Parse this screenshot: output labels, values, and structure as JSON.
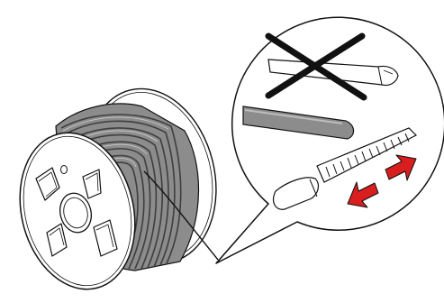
{
  "diagram": {
    "subject": "wire-spool-cable-preparation",
    "callout": {
      "prohibited_method": "cutting-tool-crossed-out",
      "recommended_method": "file-back-and-forth"
    },
    "icons": [
      "wire-spool-icon",
      "prohibited-cross-icon",
      "file-tool-icon",
      "back-and-forth-arrows-icon"
    ],
    "colors": {
      "line": "#111111",
      "wire": "#8c8c8c",
      "wire_dark": "#5a5a5a",
      "arrow": "#d81e1e",
      "spool": "#ffffff"
    }
  }
}
